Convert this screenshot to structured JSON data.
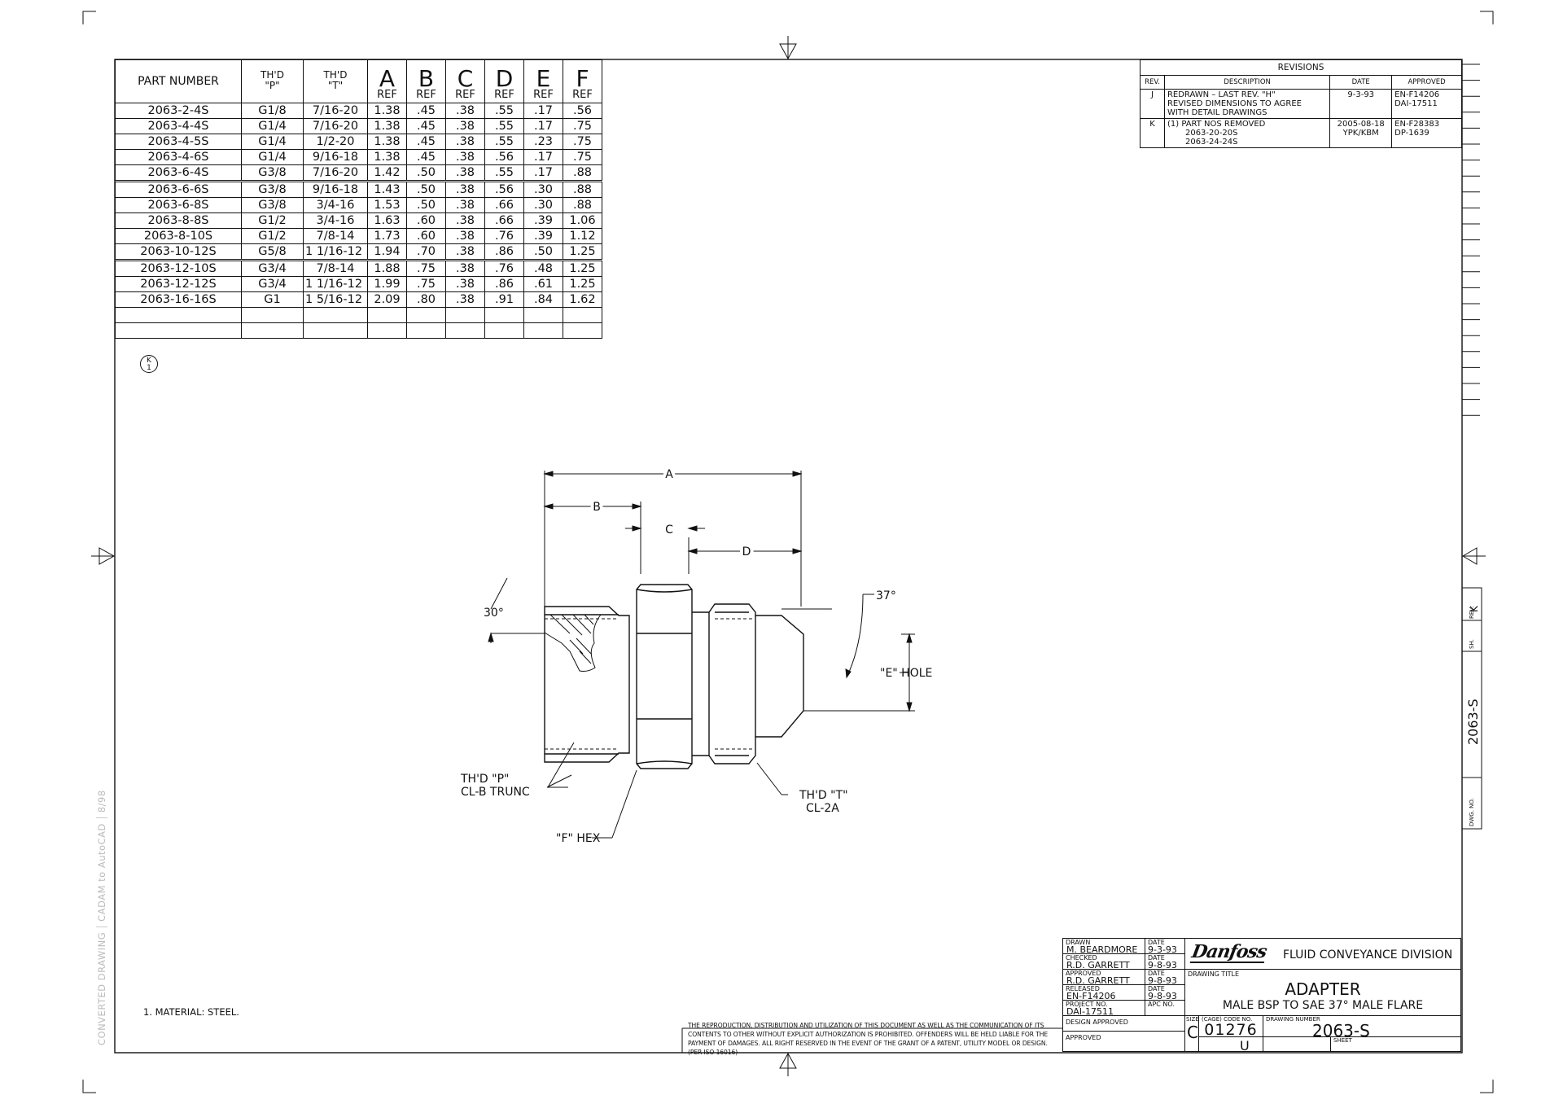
{
  "parts_table": {
    "headers": {
      "part_number": "PART NUMBER",
      "thd_p": [
        "TH'D",
        "\"P\""
      ],
      "thd_t": [
        "TH'D",
        "\"T\""
      ],
      "dims": [
        "A",
        "B",
        "C",
        "D",
        "E",
        "F"
      ],
      "ref": "REF"
    },
    "rows": [
      [
        "2063-2-4S",
        "G1/8",
        "7/16-20",
        "1.38",
        ".45",
        ".38",
        ".55",
        ".17",
        ".56"
      ],
      [
        "2063-4-4S",
        "G1/4",
        "7/16-20",
        "1.38",
        ".45",
        ".38",
        ".55",
        ".17",
        ".75"
      ],
      [
        "2063-4-5S",
        "G1/4",
        "1/2-20",
        "1.38",
        ".45",
        ".38",
        ".55",
        ".23",
        ".75"
      ],
      [
        "2063-4-6S",
        "G1/4",
        "9/16-18",
        "1.38",
        ".45",
        ".38",
        ".56",
        ".17",
        ".75"
      ],
      [
        "2063-6-4S",
        "G3/8",
        "7/16-20",
        "1.42",
        ".50",
        ".38",
        ".55",
        ".17",
        ".88"
      ],
      [
        "2063-6-6S",
        "G3/8",
        "9/16-18",
        "1.43",
        ".50",
        ".38",
        ".56",
        ".30",
        ".88"
      ],
      [
        "2063-6-8S",
        "G3/8",
        "3/4-16",
        "1.53",
        ".50",
        ".38",
        ".66",
        ".30",
        ".88"
      ],
      [
        "2063-8-8S",
        "G1/2",
        "3/4-16",
        "1.63",
        ".60",
        ".38",
        ".66",
        ".39",
        "1.06"
      ],
      [
        "2063-8-10S",
        "G1/2",
        "7/8-14",
        "1.73",
        ".60",
        ".38",
        ".76",
        ".39",
        "1.12"
      ],
      [
        "2063-10-12S",
        "G5/8",
        "1 1/16-12",
        "1.94",
        ".70",
        ".38",
        ".86",
        ".50",
        "1.25"
      ],
      [
        "2063-12-10S",
        "G3/4",
        "7/8-14",
        "1.88",
        ".75",
        ".38",
        ".76",
        ".48",
        "1.25"
      ],
      [
        "2063-12-12S",
        "G3/4",
        "1 1/16-12",
        "1.99",
        ".75",
        ".38",
        ".86",
        ".61",
        "1.25"
      ],
      [
        "2063-16-16S",
        "G1",
        "1 5/16-12",
        "2.09",
        ".80",
        ".38",
        ".91",
        ".84",
        "1.62"
      ],
      [
        "",
        "",
        "",
        "",
        "",
        "",
        "",
        "",
        ""
      ],
      [
        "",
        "",
        "",
        "",
        "",
        "",
        "",
        "",
        ""
      ]
    ]
  },
  "rev_marker": {
    "top": "K",
    "bottom": "1"
  },
  "revisions": {
    "title": "REVISIONS",
    "headers": [
      "REV.",
      "DESCRIPTION",
      "DATE",
      "APPROVED"
    ],
    "rows": [
      {
        "rev": "J",
        "description": [
          "REDRAWN – LAST REV. \"H\"",
          "REVISED DIMENSIONS TO AGREE",
          "WITH DETAIL DRAWINGS"
        ],
        "date": [
          "9-3-93"
        ],
        "approved": [
          "EN-F14206",
          "DAI-17511"
        ]
      },
      {
        "rev": "K",
        "description": [
          "(1) PART NOS REMOVED",
          "2063-20-20S",
          "2063-24-24S"
        ],
        "date": [
          "2005-08-18",
          "YPK/KBM"
        ],
        "approved": [
          "EN-F28383",
          "DP-1639"
        ]
      }
    ]
  },
  "drawing_labels": {
    "dim_a": "A",
    "dim_b": "B",
    "dim_c": "C",
    "dim_d": "D",
    "angle_30": "30°",
    "angle_37": "37°",
    "e_hole": "\"E\" HOLE",
    "thd_p": [
      "TH'D \"P\"",
      "CL-B TRUNC"
    ],
    "thd_t": [
      "TH'D \"T\"",
      "CL-2A"
    ],
    "f_hex": "\"F\" HEX"
  },
  "notes": {
    "material": "1.   MATERIAL:  STEEL."
  },
  "legal_notice": "THE REPRODUCTION, DISTRIBUTION AND UTILIZATION OF THIS DOCUMENT AS WELL AS THE COMMUNICATION OF ITS CONTENTS TO OTHER WITHOUT EXPLICIT AUTHORIZATION IS PROHIBITED. OFFENDERS WILL BE HELD LIABLE FOR THE PAYMENT OF DAMAGES. ALL RIGHT RESERVED IN THE EVENT OF THE GRANT OF A PATENT, UTILITY MODEL OR DESIGN. (PER ISO 16016)",
  "stamp": [
    "CONVERTED DRAWING",
    "CADAM to AutoCAD",
    "8/98"
  ],
  "title_block": {
    "drawn": {
      "label": "DRAWN",
      "value": "M. BEARDMORE",
      "date_label": "DATE",
      "date": "9-3-93"
    },
    "checked": {
      "label": "CHECKED",
      "value": "R.D. GARRETT",
      "date_label": "DATE",
      "date": "9-8-93"
    },
    "approved": {
      "label": "APPROVED",
      "value": "R.D. GARRETT",
      "date_label": "DATE",
      "date": "9-8-93"
    },
    "released": {
      "label": "RELEASED",
      "value": "EN-F14206",
      "date_label": "DATE",
      "date": "9-8-93"
    },
    "project": {
      "label": "PROJECT NO.",
      "value": "DAI-17511",
      "apc_label": "APC NO."
    },
    "design_approved": "DESIGN APPROVED",
    "approved_label": "APPROVED",
    "logo": "Danfoss",
    "division": "FLUID CONVEYANCE DIVISION",
    "drawing_title_label": "DRAWING TITLE",
    "title_line1": "ADAPTER",
    "title_line2": "MALE BSP TO SAE 37° MALE FLARE",
    "size_label": "SIZE",
    "size": "C",
    "cage_label": "(CAGE) CODE NO.",
    "cage": "01276",
    "drawing_number_label": "DRAWING NUMBER",
    "drawing_number": "2063-S",
    "sheet_label": "SHEET",
    "sheet_extra": "U"
  },
  "side_block": {
    "rev_label": "REV.",
    "rev": "K",
    "sh_label": "SH.",
    "dwg_label": "DWG. NO.",
    "dwg": "2063-S"
  }
}
